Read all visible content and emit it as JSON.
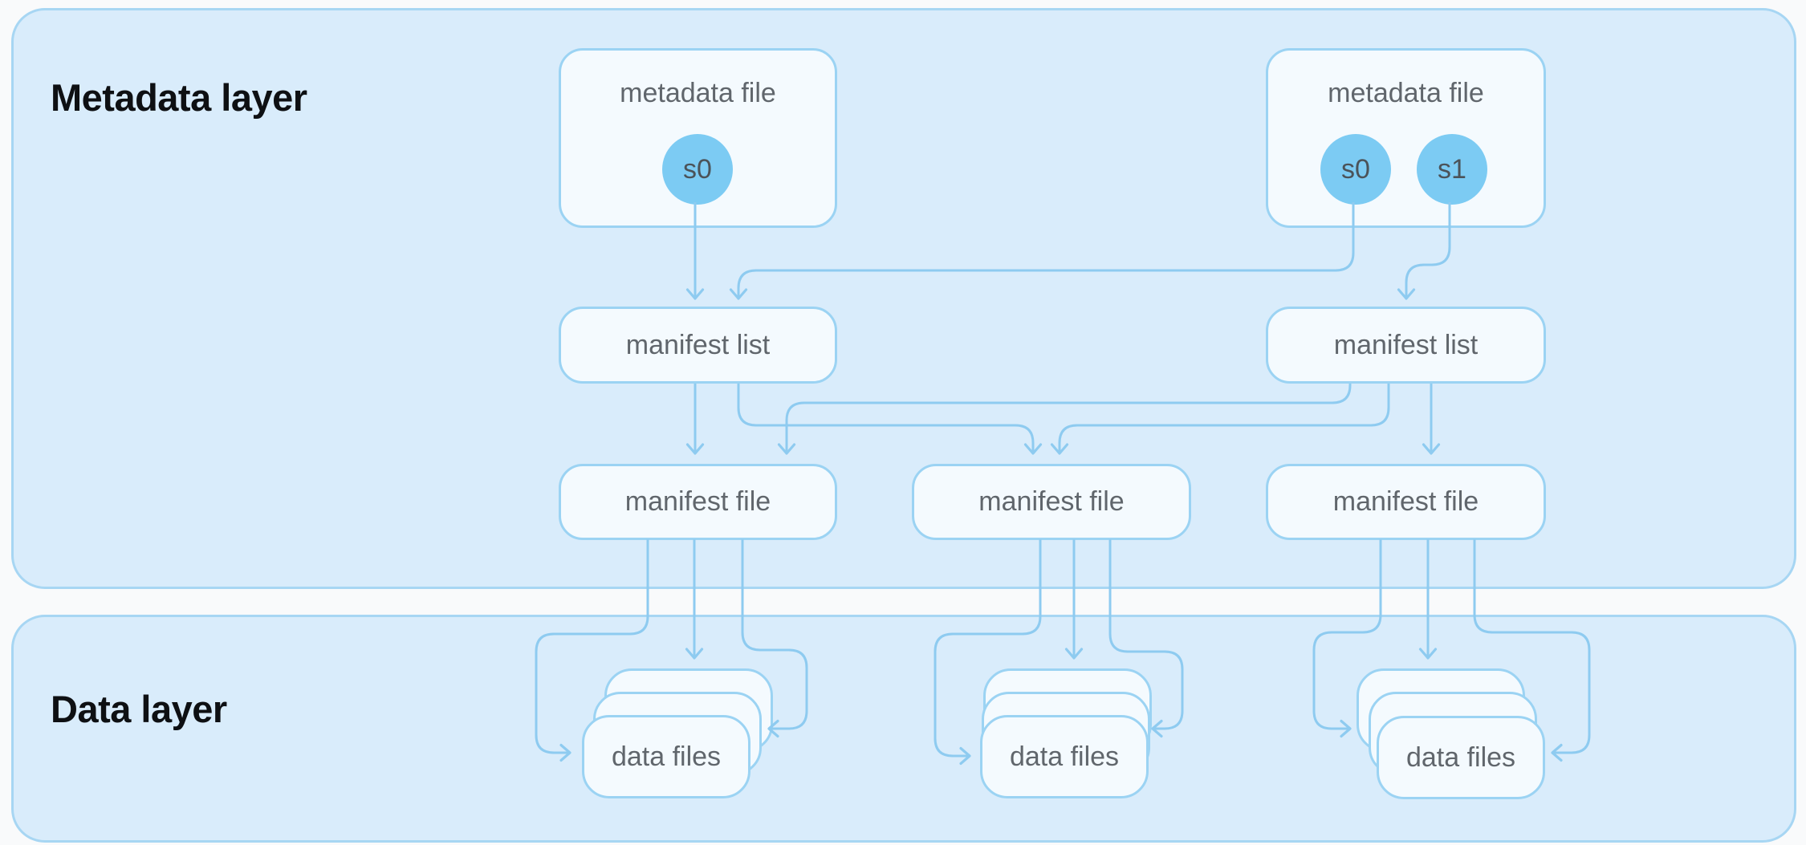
{
  "metadata_layer": {
    "title": "Metadata layer",
    "metadata_file_left": {
      "label": "metadata file",
      "snapshots": [
        "s0"
      ]
    },
    "metadata_file_right": {
      "label": "metadata file",
      "snapshots": [
        "s0",
        "s1"
      ]
    },
    "manifest_list_left": {
      "label": "manifest list"
    },
    "manifest_list_right": {
      "label": "manifest list"
    },
    "manifest_file_left": {
      "label": "manifest file"
    },
    "manifest_file_center": {
      "label": "manifest file"
    },
    "manifest_file_right": {
      "label": "manifest file"
    }
  },
  "data_layer": {
    "title": "Data layer",
    "data_files_left": {
      "label": "data files"
    },
    "data_files_center": {
      "label": "data files"
    },
    "data_files_right": {
      "label": "data files"
    }
  },
  "colors": {
    "page_bg": "#f9fafb",
    "layer_fill": "#d9ecfb",
    "layer_border": "#a7d6f3",
    "node_fill": "#f4fafe",
    "node_border": "#9bd3f3",
    "connector": "#8ecbf0",
    "node_text": "#60666c",
    "title_text": "#0e1013",
    "snapshot_fill": "#7ccbf3",
    "snapshot_text": "#4b5359"
  }
}
